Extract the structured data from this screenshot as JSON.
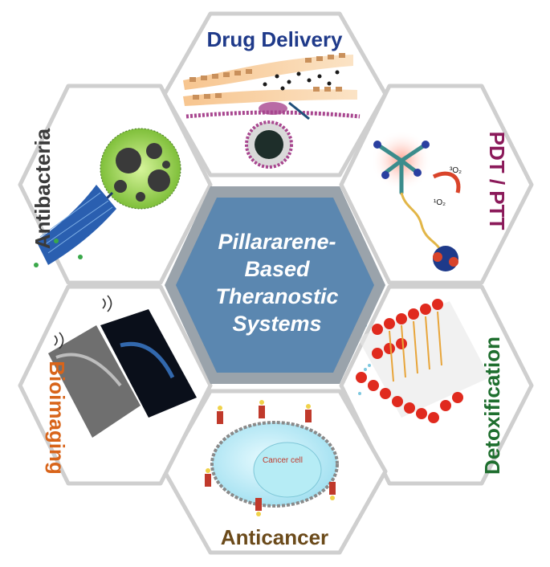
{
  "center": {
    "lines": [
      "Pillararene-",
      "Based",
      "Theranostic",
      "Systems"
    ]
  },
  "segments": [
    {
      "label": "Drug Delivery",
      "color": "#1f3a8a",
      "illustration": "nanoparticle-membrane-delivery"
    },
    {
      "label": "PDT / PTT",
      "color": "#8b1a5a",
      "illustration": "photosensitizer-molecule",
      "annotations": [
        "³O₂",
        "¹O₂"
      ]
    },
    {
      "label": "Detoxification",
      "color": "#1e6e2e",
      "illustration": "lipid-bilayer"
    },
    {
      "label": "Anticancer",
      "color": "#6b4a1a",
      "illustration": "cancer-cell-liposome",
      "cell_label": "Cancer cell"
    },
    {
      "label": "Bioimaging",
      "color": "#d8641a",
      "illustration": "ultrasound-images"
    },
    {
      "label": "Antibacteria",
      "color": "#3a3a3a",
      "illustration": "bacteria-sheet-zoom"
    }
  ],
  "colors": {
    "center_fill": "#5b87b0",
    "center_border": "#9aa3ab",
    "hex_border": "#cfcfcf"
  }
}
